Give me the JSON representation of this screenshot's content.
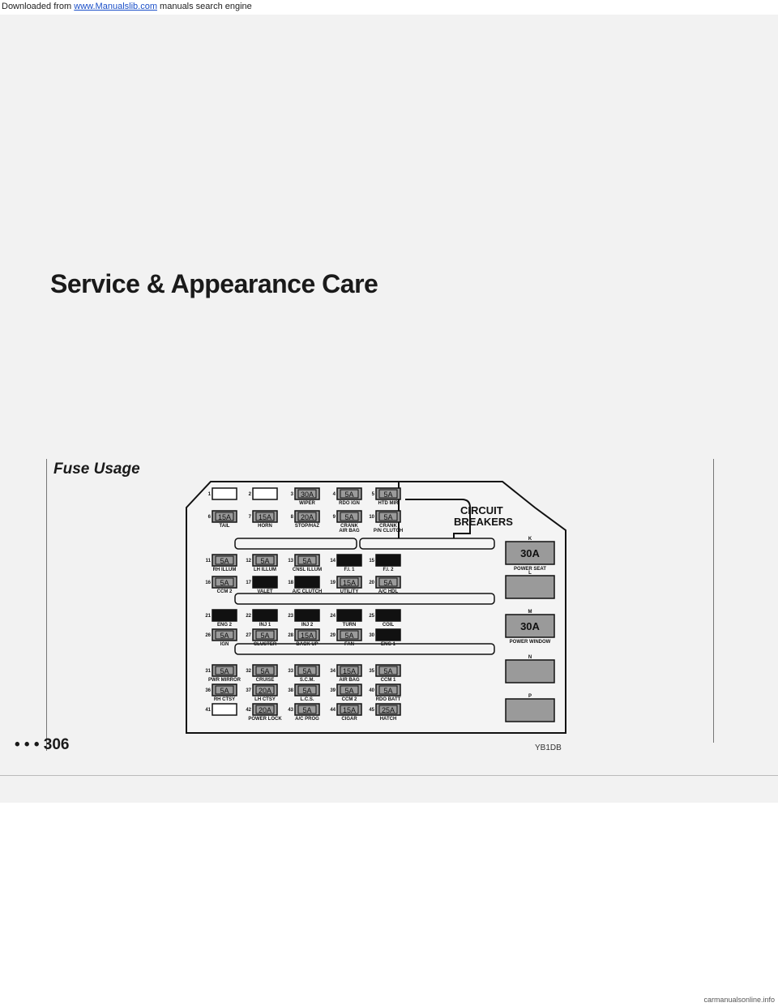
{
  "header": {
    "downloaded_from": "Downloaded from",
    "site_link": "www.Manualslib.com",
    "tail": "manuals search engine"
  },
  "page": {
    "title": "Service & Appearance Care",
    "section": "Fuse Usage",
    "page_number": "• • • 306",
    "figure_code": "YB1DB"
  },
  "diagram": {
    "fuses": [
      {
        "num": "1",
        "amp": "",
        "label": "",
        "type": "empty"
      },
      {
        "num": "2",
        "amp": "",
        "label": "",
        "type": "empty"
      },
      {
        "num": "3",
        "amp": "30A",
        "label": "WIPER",
        "type": "fuse"
      },
      {
        "num": "4",
        "amp": "5A",
        "label": "RDO IGN",
        "type": "fuse"
      },
      {
        "num": "5",
        "amp": "5A",
        "label": "HTD MIR",
        "type": "fuse"
      },
      {
        "num": "6",
        "amp": "15A",
        "label": "TAIL",
        "type": "fuse"
      },
      {
        "num": "7",
        "amp": "15A",
        "label": "HORN",
        "type": "fuse"
      },
      {
        "num": "8",
        "amp": "20A",
        "label": "STOP/HAZ",
        "type": "fuse"
      },
      {
        "num": "9",
        "amp": "5A",
        "label": "CRANK AIR BAG",
        "type": "fuse"
      },
      {
        "num": "10",
        "amp": "5A",
        "label": "CRANK P/N CLUTCH",
        "type": "fuse"
      },
      {
        "num": "11",
        "amp": "5A",
        "label": "RH ILLUM",
        "type": "fuse"
      },
      {
        "num": "12",
        "amp": "5A",
        "label": "LH ILLUM",
        "type": "fuse"
      },
      {
        "num": "13",
        "amp": "5A",
        "label": "CNSL ILLUM",
        "type": "fuse"
      },
      {
        "num": "14",
        "amp": "",
        "label": "F.I. 1",
        "type": "dark"
      },
      {
        "num": "15",
        "amp": "",
        "label": "F.I. 2",
        "type": "dark"
      },
      {
        "num": "16",
        "amp": "5A",
        "label": "CCM 2",
        "type": "fuse"
      },
      {
        "num": "17",
        "amp": "",
        "label": "VALET",
        "type": "dark"
      },
      {
        "num": "18",
        "amp": "",
        "label": "A/C CLUTCH",
        "type": "dark"
      },
      {
        "num": "19",
        "amp": "15A",
        "label": "UTILITY",
        "type": "fuse"
      },
      {
        "num": "20",
        "amp": "5A",
        "label": "A/C HDL",
        "type": "fuse"
      },
      {
        "num": "21",
        "amp": "",
        "label": "ENG 2",
        "type": "dark"
      },
      {
        "num": "22",
        "amp": "",
        "label": "INJ 1",
        "type": "dark"
      },
      {
        "num": "23",
        "amp": "",
        "label": "INJ 2",
        "type": "dark"
      },
      {
        "num": "24",
        "amp": "",
        "label": "TURN",
        "type": "dark"
      },
      {
        "num": "25",
        "amp": "",
        "label": "COIL",
        "type": "dark"
      },
      {
        "num": "26",
        "amp": "5A",
        "label": "IGN",
        "type": "fuse"
      },
      {
        "num": "27",
        "amp": "5A",
        "label": "CLUSTER",
        "type": "fuse"
      },
      {
        "num": "28",
        "amp": "15A",
        "label": "BACK UP",
        "type": "fuse"
      },
      {
        "num": "29",
        "amp": "5A",
        "label": "FAN",
        "type": "fuse"
      },
      {
        "num": "30",
        "amp": "",
        "label": "ENG 1",
        "type": "dark"
      },
      {
        "num": "31",
        "amp": "5A",
        "label": "PWR MIRROR",
        "type": "fuse"
      },
      {
        "num": "32",
        "amp": "5A",
        "label": "CRUISE",
        "type": "fuse"
      },
      {
        "num": "33",
        "amp": "5A",
        "label": "S.C.M.",
        "type": "fuse"
      },
      {
        "num": "34",
        "amp": "15A",
        "label": "AIR BAG",
        "type": "fuse"
      },
      {
        "num": "35",
        "amp": "5A",
        "label": "CCM 1",
        "type": "fuse"
      },
      {
        "num": "36",
        "amp": "5A",
        "label": "RH CTSY",
        "type": "fuse"
      },
      {
        "num": "37",
        "amp": "20A",
        "label": "LH CTSY",
        "type": "fuse"
      },
      {
        "num": "38",
        "amp": "5A",
        "label": "L.C.S.",
        "type": "fuse"
      },
      {
        "num": "39",
        "amp": "5A",
        "label": "CCM 2",
        "type": "fuse"
      },
      {
        "num": "40",
        "amp": "5A",
        "label": "RDO BATT",
        "type": "fuse"
      },
      {
        "num": "41",
        "amp": "",
        "label": "",
        "type": "empty"
      },
      {
        "num": "42",
        "amp": "20A",
        "label": "POWER LOCK",
        "type": "fuse"
      },
      {
        "num": "43",
        "amp": "5A",
        "label": "A/C PROG",
        "type": "fuse"
      },
      {
        "num": "44",
        "amp": "15A",
        "label": "CIGAR",
        "type": "fuse"
      },
      {
        "num": "45",
        "amp": "25A",
        "label": "HATCH",
        "type": "fuse"
      }
    ],
    "circuit_breakers_title_line1": "CIRCUIT",
    "circuit_breakers_title_line2": "BREAKERS",
    "breakers": [
      {
        "letter": "K",
        "amp": "30A",
        "label": "POWER SEAT"
      },
      {
        "letter": "L",
        "amp": "",
        "label": ""
      },
      {
        "letter": "M",
        "amp": "30A",
        "label": "POWER WINDOW"
      },
      {
        "letter": "N",
        "amp": "",
        "label": ""
      },
      {
        "letter": "P",
        "amp": "",
        "label": ""
      }
    ]
  },
  "footer": {
    "watermark": "carmanualsonline.info"
  },
  "colors": {
    "band": "#f2f2f2",
    "fuse_fill": "#9a9a9a",
    "dark_fill": "#111111",
    "link": "#1a4fc8"
  }
}
